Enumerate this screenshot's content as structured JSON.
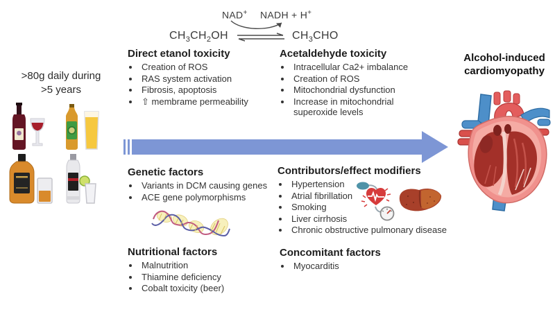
{
  "reaction": {
    "substrate": "CH3CH2OH",
    "product": "CH3CHO",
    "cofactor": "NAD+",
    "cofactor_reduced": "NADH + H+"
  },
  "exposure": {
    "line1": ">80g daily during",
    "line2": ">5 years"
  },
  "sections": {
    "direct_ethanol": {
      "title": "Direct etanol toxicity",
      "items": [
        "Creation of ROS",
        "RAS system activation",
        "Fibrosis, apoptosis",
        "⇧ membrame permeability"
      ]
    },
    "acetaldehyde": {
      "title": "Acetaldehyde toxicity",
      "items": [
        "Intracellular Ca2+ imbalance",
        "Creation of ROS",
        "Mitochondrial dysfunction",
        "Increase in mitochondrial superoxide levels"
      ]
    },
    "genetic": {
      "title": "Genetic factors",
      "items": [
        "Variants in DCM causing genes",
        "ACE gene polymorphisms"
      ]
    },
    "contributors": {
      "title": "Contributors/effect modifiers",
      "items": [
        "Hypertension",
        "Atrial fibrillation",
        "Smoking",
        "Liver cirrhosis",
        "Chronic obstructive pulmonary disease"
      ]
    },
    "nutritional": {
      "title": "Nutritional factors",
      "items": [
        "Malnutrition",
        "Thiamine deficiency",
        "Cobalt toxicity (beer)"
      ]
    },
    "concomitant": {
      "title": "Concomitant factors",
      "items": [
        "Myocarditis"
      ]
    }
  },
  "outcome": {
    "line1": "Alcohol-induced",
    "line2": "cardiomyopathy"
  },
  "icons": {
    "wine": "wine-bottle-and-glass-icon",
    "beer": "beer-bottle-and-glass-icon",
    "whisky": "whisky-bottle-and-glass-icon",
    "vodka": "vodka-bottle-and-glass-icon",
    "dna": "dna-helix-icon",
    "blood_pressure": "blood-pressure-heart-icon",
    "liver": "liver-icon",
    "heart": "heart-anatomy-icon",
    "flow": "flow-arrow"
  },
  "colors": {
    "arrow": "#7d96d5"
  }
}
